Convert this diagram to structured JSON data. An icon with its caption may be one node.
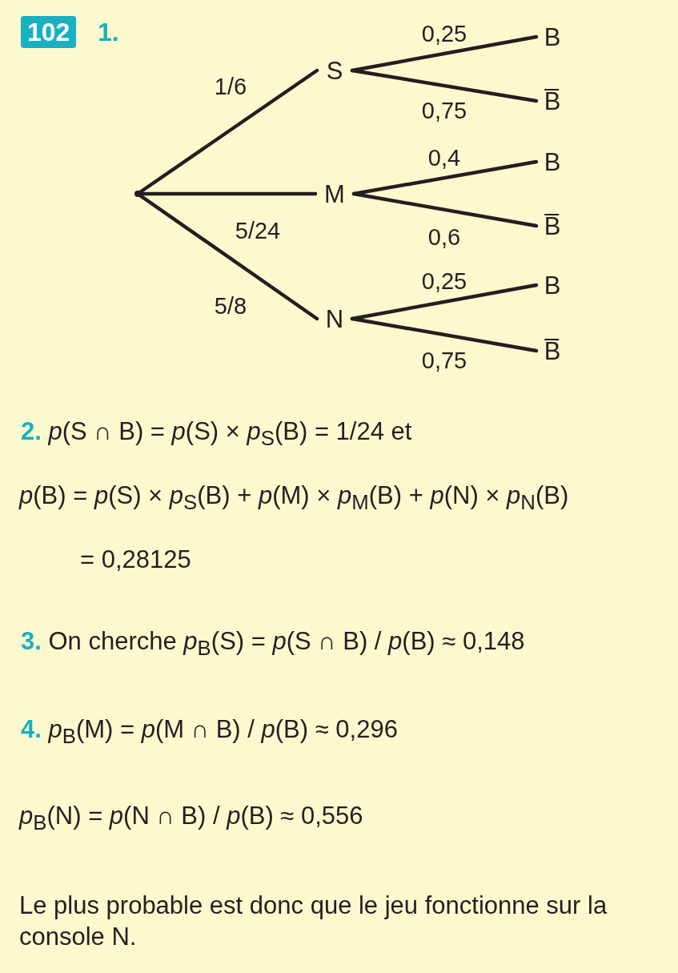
{
  "diagram": {
    "nodes": [
      {
        "text": [],
        "shape": "point"
      },
      {
        "text": [
          "S"
        ]
      },
      {
        "text": [
          "M"
        ]
      },
      {
        "text": [
          "N"
        ]
      },
      {
        "text": [
          "B"
        ]
      },
      {
        "text": [
          "B̅"
        ]
      },
      {
        "text": [
          "B"
        ]
      },
      {
        "text": [
          "B̅"
        ]
      },
      {
        "text": [
          "B"
        ]
      },
      {
        "text": [
          "B̅"
        ]
      }
    ],
    "edges": [
      {
        "from": 0,
        "to": 1,
        "arrow": "none",
        "label": "1/6"
      },
      {
        "from": 0,
        "to": 2,
        "arrow": "none",
        "label": "5/24"
      },
      {
        "from": 0,
        "to": 3,
        "arrow": "none",
        "label": "5/8"
      },
      {
        "from": 1,
        "to": 4,
        "arrow": "none",
        "label": "0,25"
      },
      {
        "from": 1,
        "to": 5,
        "arrow": "none",
        "label": "0,75"
      },
      {
        "from": 2,
        "to": 6,
        "arrow": "none",
        "label": "0,4"
      },
      {
        "from": 2,
        "to": 7,
        "arrow": "none",
        "label": "0,6"
      },
      {
        "from": 3,
        "to": 8,
        "arrow": "none",
        "label": "0,25"
      },
      {
        "from": 3,
        "to": 9,
        "arrow": "none",
        "label": "0,75"
      }
    ],
    "labels": [
      "102",
      "1.",
      "**2.** *p*(S ∩ B) = *p*(S) × *p*$_{S}$(B) = 1/24 et",
      "*p*(B) = *p*(S) × *p*$_{S}$(B) + *p*(M) × *p*$_{M}$(B) + *p*(N) × *p*$_{N}$(B)",
      "= 0,28125",
      "**3.** On cherche *p*$_{B}$(S) = *p*(S ∩ B) / *p*(B) ≈ 0,148",
      "**4.** *p*$_{B}$(M) = *p*(M ∩ B) / *p*(B) ≈ 0,296",
      "*p*$_{B}$(N) = *p*(N ∩ B) / *p*(B) ≈ 0,556",
      "Le plus probable est donc que le jeu fonctionne sur la console N."
    ]
  }
}
